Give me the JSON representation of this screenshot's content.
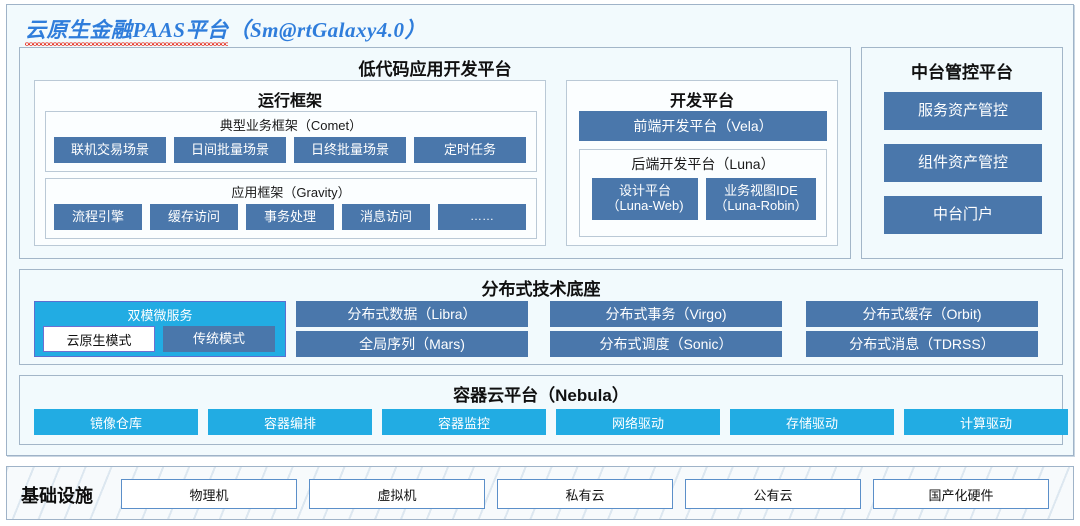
{
  "title": {
    "cn": "云原生金融PAAS平台",
    "en": "（Sm@rtGalaxy4.0）"
  },
  "colors": {
    "accent_blue": "#4a77ab",
    "accent_cyan": "#22ace3",
    "title_blue": "#2f7ddb",
    "spellcheck_red": "#e83b2e",
    "panel_bg": "#f2fafd",
    "panel_border": "#a3b6c8"
  },
  "low_code": {
    "header": "低代码应用开发平台",
    "runtime": {
      "header": "运行框架",
      "comet": {
        "header": "典型业务框架（Comet）",
        "items": [
          "联机交易场景",
          "日间批量场景",
          "日终批量场景",
          "定时任务"
        ]
      },
      "gravity": {
        "header": "应用框架（Gravity）",
        "items": [
          "流程引擎",
          "缓存访问",
          "事务处理",
          "消息访问",
          "……"
        ]
      }
    },
    "dev_platform": {
      "header": "开发平台",
      "frontend": "前端开发平台（Vela）",
      "backend": {
        "header": "后端开发平台（Luna）",
        "items": [
          "设计平台\n（Luna-Web)",
          "业务视图IDE\n（Luna-Robin）"
        ]
      }
    }
  },
  "midplatform": {
    "header": "中台管控平台",
    "items": [
      "服务资产管控",
      "组件资产管控",
      "中台门户"
    ]
  },
  "tech_base": {
    "header": "分布式技术底座",
    "dual_mode": {
      "title": "双模微服务",
      "cloud_native": "云原生模式",
      "traditional": "传统模式"
    },
    "column_2": [
      "分布式数据（Libra）",
      "全局序列（Mars)"
    ],
    "column_3": [
      "分布式事务（Virgo)",
      "分布式调度（Sonic）"
    ],
    "column_4": [
      "分布式缓存（Orbit)",
      "分布式消息（TDRSS）"
    ]
  },
  "container_cloud": {
    "header": "容器云平台（Nebula）",
    "items": [
      "镜像仓库",
      "容器编排",
      "容器监控",
      "网络驱动",
      "存储驱动",
      "计算驱动"
    ]
  },
  "infrastructure": {
    "label": "基础设施",
    "items": [
      "物理机",
      "虚拟机",
      "私有云",
      "公有云",
      "国产化硬件"
    ]
  }
}
